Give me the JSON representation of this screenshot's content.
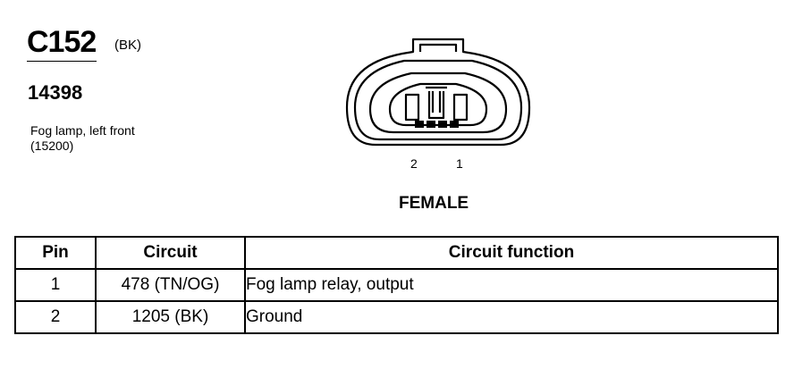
{
  "connector": {
    "id": "C152",
    "color": "(BK)",
    "part_number": "14398",
    "description_line1": "Fog lamp, left front",
    "description_line2": "(15200)",
    "pin_labels": [
      "2",
      "1"
    ],
    "gender": "FEMALE"
  },
  "table": {
    "headers": [
      "Pin",
      "Circuit",
      "Circuit function"
    ],
    "rows": [
      {
        "pin": "1",
        "circuit": "478 (TN/OG)",
        "function": "Fog lamp relay, output"
      },
      {
        "pin": "2",
        "circuit": "1205 (BK)",
        "function": "Ground"
      }
    ]
  }
}
